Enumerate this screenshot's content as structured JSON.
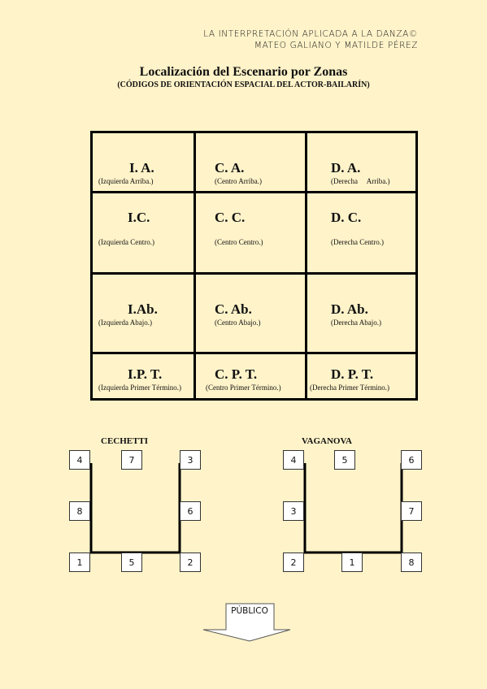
{
  "header": {
    "line1": "LA INTERPRETACIÓN APLICADA A LA DANZA©",
    "line2": "MATEO GALIANO Y MATILDE PÉREZ"
  },
  "title": "Localización del Escenario por Zonas",
  "subtitle": "(CÓDIGOS DE ORIENTACIÓN ESPACIAL DEL ACTOR-BAILARÍN)",
  "zones": [
    {
      "code": "I. A.",
      "desc": "(Izquierda Arriba.)"
    },
    {
      "code": "C. A.",
      "desc": "(Centro Arriba.)"
    },
    {
      "code": "D. A.",
      "desc": "(Derecha     Arriba.)"
    },
    {
      "code": "I.C.",
      "desc": "(Izquierda Centro.)"
    },
    {
      "code": "C. C.",
      "desc": "(Centro Centro.)"
    },
    {
      "code": "D. C.",
      "desc": "(Derecha Centro.)"
    },
    {
      "code": "I.Ab.",
      "desc": "(Izquierda Abajo.)"
    },
    {
      "code": "C. Ab.",
      "desc": "(Centro Abajo.)"
    },
    {
      "code": "D. Ab.",
      "desc": "(Derecha Abajo.)"
    },
    {
      "code": "I.P. T.",
      "desc": "(Izquierda Primer Término.)"
    },
    {
      "code": "C. P. T.",
      "desc": "(Centro Primer Término.)"
    },
    {
      "code": "D. P. T.",
      "desc": "(Derecha Primer Término.)"
    }
  ],
  "cechetti": {
    "label": "CECHETTI",
    "top_left": "4",
    "top_mid": "7",
    "top_right": "3",
    "mid_left": "8",
    "mid_right": "6",
    "bot_left": "1",
    "bot_mid": "5",
    "bot_right": "2"
  },
  "vaganova": {
    "label": "VAGANOVA",
    "top_left": "4",
    "top_mid": "5",
    "top_right": "6",
    "mid_left": "3",
    "mid_right": "7",
    "bot_left": "2",
    "bot_mid": "1",
    "bot_right": "8"
  },
  "audience": "PÚBLICO"
}
